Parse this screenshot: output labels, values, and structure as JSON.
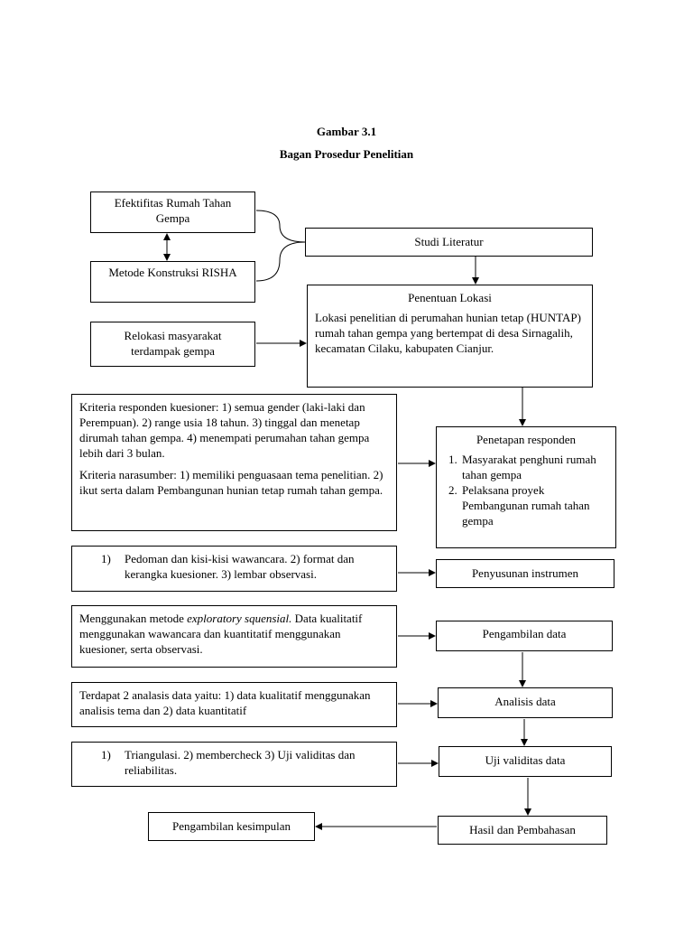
{
  "figure": {
    "label": "Gambar 3.1",
    "title": "Bagan Prosedur Penelitian"
  },
  "left": {
    "efektifitas": "Efektifitas Rumah Tahan Gempa",
    "metode_konstruksi": "Metode Konstruksi RISHA",
    "relokasi": "Relokasi masyarakat terdampak gempa",
    "kriteria_kuesioner": "Kriteria responden kuesioner: 1) semua gender (laki-laki dan Perempuan). 2) range usia 18 tahun. 3) tinggal dan menetap dirumah tahan gempa. 4) menempati perumahan tahan gempa lebih dari 3 bulan.",
    "kriteria_narasumber": "Kriteria narasumber: 1) memiliki penguasaan tema penelitian. 2) ikut serta dalam Pembangunan hunian tetap rumah tahan gempa.",
    "instrumen_num": "1)",
    "instrumen_text": "Pedoman dan kisi-kisi wawancara. 2) format dan kerangka kuesioner. 3) lembar observasi.",
    "metode_pre": "Menggunakan metode ",
    "metode_em": "exploratory squensial.",
    "metode_post": " Data kualitatif menggunakan wawancara dan kuantitatif menggunakan kuesioner, serta observasi.",
    "analisis_text": "Terdapat 2 analasis data yaitu: 1) data kualitatif menggunakan analisis tema dan 2) data kuantitatif",
    "validitas_num": "1)",
    "validitas_text": "Triangulasi. 2) membercheck 3) Uji validitas dan reliabilitas.",
    "kesimpulan": "Pengambilan kesimpulan"
  },
  "right": {
    "studi": "Studi Literatur",
    "lokasi_head": "Penentuan Lokasi",
    "lokasi_body": "Lokasi penelitian di perumahan hunian tetap (HUNTAP) rumah tahan gempa yang bertempat di desa Sirnagalih, kecamatan Cilaku, kabupaten Cianjur.",
    "responden_head": "Penetapan responden",
    "responden_items": [
      "Masyarakat penghuni rumah tahan gempa",
      "Pelaksana proyek Pembangunan rumah tahan gempa"
    ],
    "penyusunan": "Penyusunan instrumen",
    "pengambilan": "Pengambilan data",
    "analisis": "Analisis data",
    "uji": "Uji validitas data",
    "hasil": "Hasil dan Pembahasan"
  }
}
